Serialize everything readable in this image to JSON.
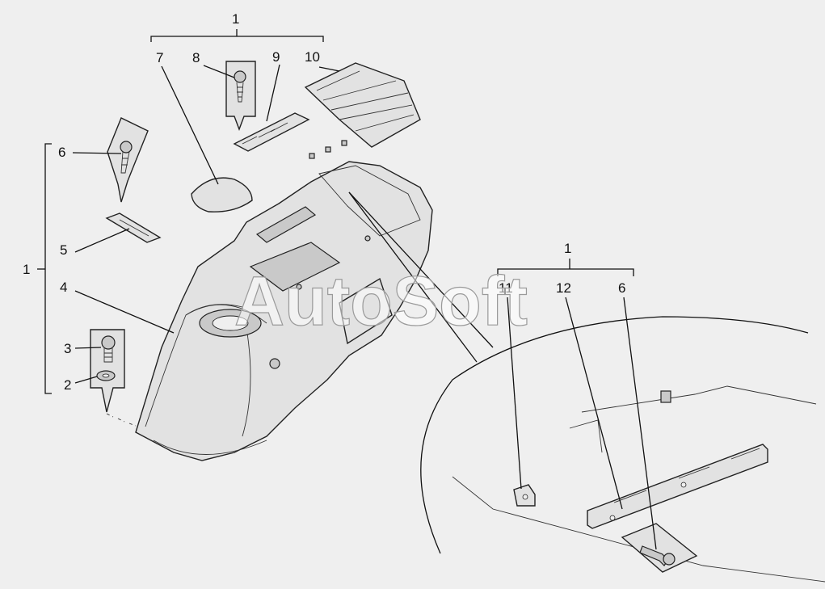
{
  "watermark": "AutoSoft",
  "labels": {
    "group_top": "1",
    "group_left": "1",
    "group_right": "1",
    "n2": "2",
    "n3": "3",
    "n4": "4",
    "n5": "5",
    "n6_left": "6",
    "n6_right": "6",
    "n7": "7",
    "n8": "8",
    "n9": "9",
    "n10": "10",
    "n11": "11",
    "n12": "12"
  },
  "colors": {
    "background": "#efefef",
    "line": "#111111",
    "part_fill": "#e2e2e2",
    "part_dark": "#c9c9c9"
  }
}
